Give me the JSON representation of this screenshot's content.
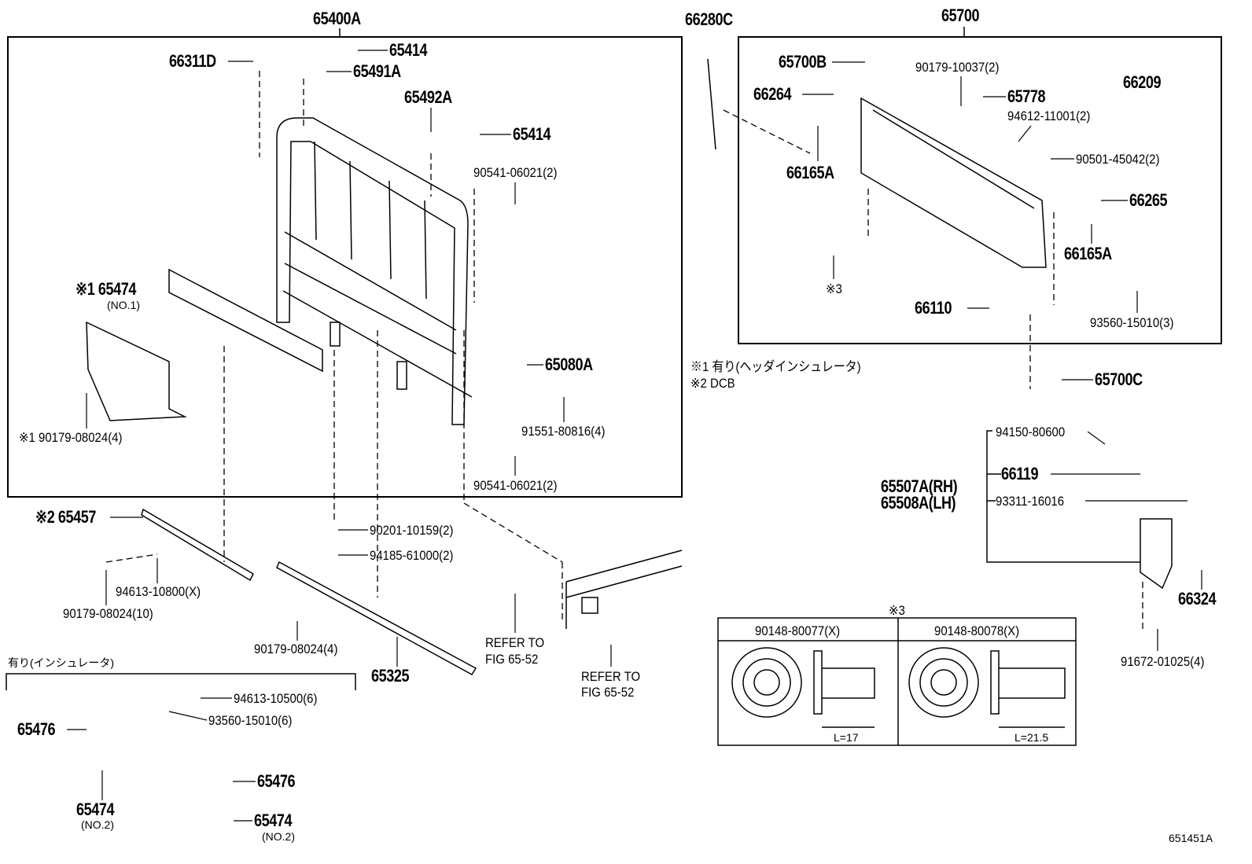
{
  "figure_code": "651451A",
  "notes": {
    "note1": "※1  有り(ヘッダインシュレータ)",
    "note2": "※2  DCB",
    "insulator_group": "有り(インシュレータ)"
  },
  "left_group": {
    "title": "65400A",
    "labels": [
      "66311D",
      "65414",
      "65491A",
      "65492A",
      "65414",
      "90541-06021(2)",
      "※1 65474",
      "(NO.1)",
      "65080A",
      "91551-80816(4)",
      "※1 90179-08024(4)",
      "90541-06021(2)"
    ]
  },
  "lower_parts": [
    "※2 65457",
    "90201-10159(2)",
    "94185-61000(2)",
    "94613-10800(X)",
    "90179-08024(10)",
    "REFER TO",
    "FIG 65-52",
    "REFER TO",
    "FIG 65-52",
    "90179-08024(4)",
    "65325"
  ],
  "insulator_parts": [
    "94613-10500(6)",
    "93560-15010(6)",
    "65476",
    "65476",
    "65474",
    "(NO.2)",
    "65474",
    "(NO.2)"
  ],
  "right_group": {
    "title": "65700",
    "side_label": "66280C",
    "labels": [
      "65700B",
      "90179-10037(2)",
      "66209",
      "66264",
      "65778",
      "94612-11001(2)",
      "90501-45042(2)",
      "66165A",
      "66265",
      "66165A",
      "※3",
      "66110",
      "93560-15010(3)"
    ]
  },
  "hinge_parts": [
    "65700C",
    "94150-80600",
    "66119",
    "65507A(RH)",
    "65508A(LH)",
    "93311-16016",
    "66324",
    "91672-01025(4)"
  ],
  "bolt_table": {
    "mark": "※3",
    "columns": [
      {
        "part": "90148-80077(X)",
        "length": "L=17"
      },
      {
        "part": "90148-80078(X)",
        "length": "L=21.5"
      }
    ]
  }
}
